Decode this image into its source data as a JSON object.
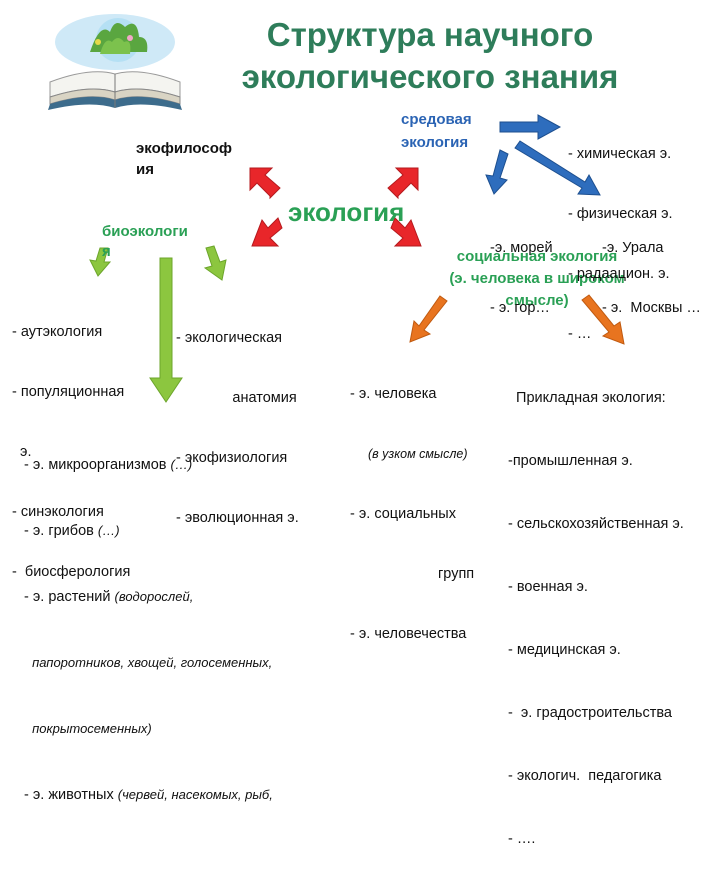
{
  "title": [
    "Структура научного",
    "экологического знания"
  ],
  "center": "экология",
  "nodes": {
    "ecophilosophy": [
      "экофилософ",
      "ия"
    ],
    "bioecology": [
      "биоэкологи",
      "я"
    ],
    "environmental": [
      "средовая",
      "экология"
    ],
    "social": [
      "социальная экология",
      "(э. человека в широком",
      "смысле)"
    ]
  },
  "lists": {
    "env_physical": [
      "- химическая э.",
      "- физическая э.",
      "- радаацион. э.",
      "- …"
    ],
    "env_seas": [
      "-э. морей",
      "- э. гор…"
    ],
    "env_urals": [
      "-э. Урала",
      "- э.  Москвы …"
    ],
    "bio_left": [
      "- аутэкология",
      "- популяционная",
      "  э.",
      "- синэкология",
      "-  биосферология"
    ],
    "bio_right": [
      "- экологическая",
      "              анатомия",
      "- экофизиология",
      "- эволюционная э."
    ],
    "bio_bottom": [
      {
        "text": "- э. микроорганизмов ",
        "note": "(…)"
      },
      {
        "text": "- э. грибов ",
        "note": "(…)"
      },
      {
        "text": "- э. растений ",
        "note": "(водорослей,"
      },
      {
        "text": "  ",
        "note": "папоротников, хвощей, голосеменных,"
      },
      {
        "text": "  ",
        "note": "покрытосеменных)"
      },
      {
        "text": "- э. животных ",
        "note": "(червей, насекомых, рыб,"
      }
    ],
    "social_human": [
      "- э. человека",
      "(в узком смысле)",
      "- э. социальных",
      "групп",
      "- э. человечества"
    ],
    "applied": [
      "  Прикладная экология:",
      "-промышленная э.",
      "- сельскохозяйственная э.",
      "- военная э.",
      "- медицинская э.",
      "-  э. градостроительства",
      "- экологич.  педагогика",
      "- …."
    ]
  },
  "colors": {
    "title": "#2e7d5a",
    "green_heading": "#2aa055",
    "blue_heading": "#2b64b4",
    "center_heading": "#2aa055",
    "arrow_red": "#e8262a",
    "arrow_blue": "#2e6dbd",
    "arrow_green": "#8cc63f",
    "arrow_orange": "#e8741f"
  },
  "icons": {
    "book": "open-book-with-plants-icon"
  }
}
